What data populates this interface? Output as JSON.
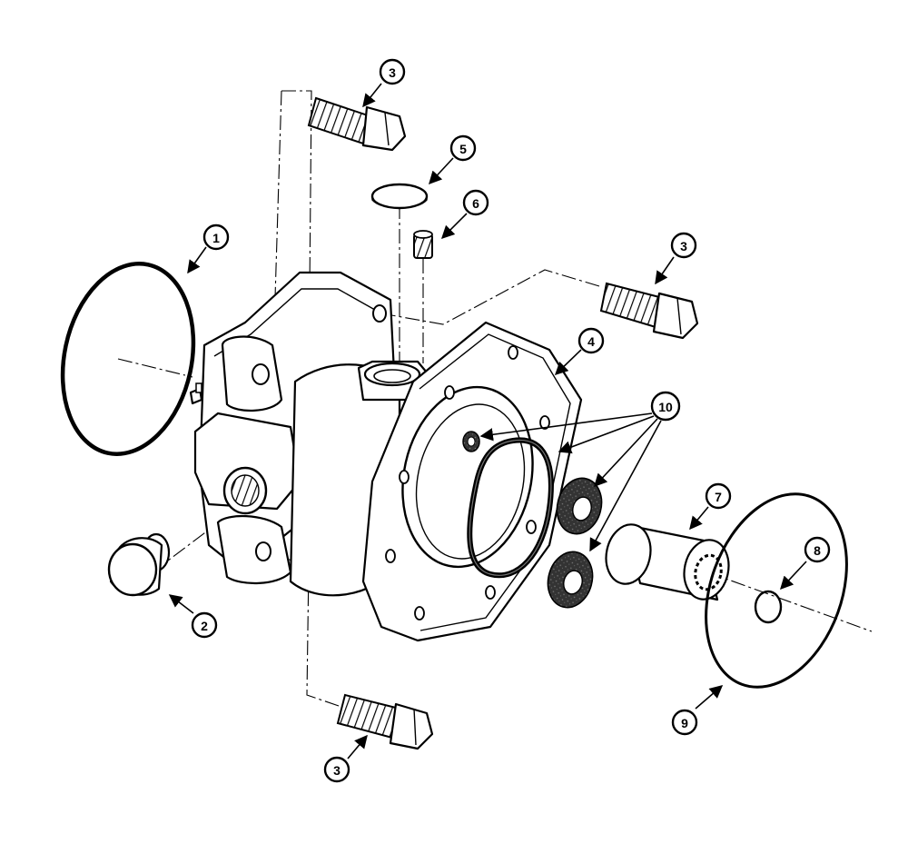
{
  "diagram": {
    "callouts": [
      {
        "id": "c1",
        "label": "1"
      },
      {
        "id": "c2",
        "label": "2"
      },
      {
        "id": "c3a",
        "label": "3"
      },
      {
        "id": "c3b",
        "label": "3"
      },
      {
        "id": "c3c",
        "label": "3"
      },
      {
        "id": "c4",
        "label": "4"
      },
      {
        "id": "c5",
        "label": "5"
      },
      {
        "id": "c6",
        "label": "6"
      },
      {
        "id": "c7",
        "label": "7"
      },
      {
        "id": "c8",
        "label": "8"
      },
      {
        "id": "c9",
        "label": "9"
      },
      {
        "id": "c10",
        "label": "10"
      }
    ],
    "colors": {
      "ink": "#000000",
      "paper": "#ffffff",
      "seal": "#2a2a2a"
    }
  }
}
